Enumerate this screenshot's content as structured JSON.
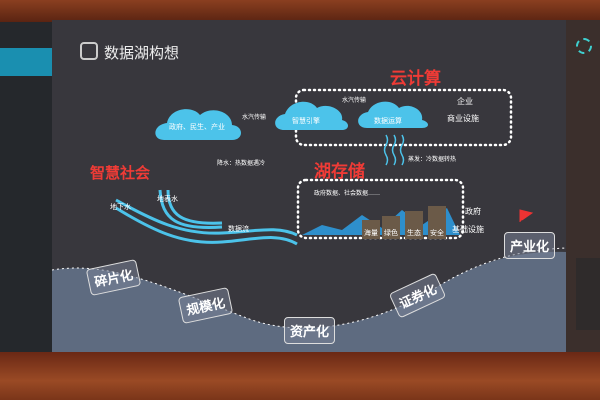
{
  "title": "数据湖构想",
  "sections": {
    "cloud_computing": "云计算",
    "lake_storage": "湖存储",
    "smart_society": "智慧社会"
  },
  "clouds": [
    "政府、民生、产业",
    "智慧引擎",
    "数据运算"
  ],
  "labels": {
    "vapor1": "水汽传输",
    "vapor2": "水汽传输",
    "enterprise": "企业",
    "commercial": "商业设施",
    "rain": "降水：热数据遇冷",
    "evaporation": "蒸发：冷数据转热",
    "groundwater": "地下水",
    "surface_water": "地表水",
    "data_flow": "数据流",
    "lake_data": "政府数据、社会数据……",
    "government": "政府",
    "infrastructure": "基础设施"
  },
  "servers": [
    "海量",
    "绿色",
    "生态",
    "安全"
  ],
  "stages": [
    "碎片化",
    "规模化",
    "资产化",
    "证券化",
    "产业化"
  ],
  "colors": {
    "accent": "#4cc3ea",
    "red": "#ef3b36",
    "slide": "#38373d",
    "wave": "#5e6b80"
  }
}
